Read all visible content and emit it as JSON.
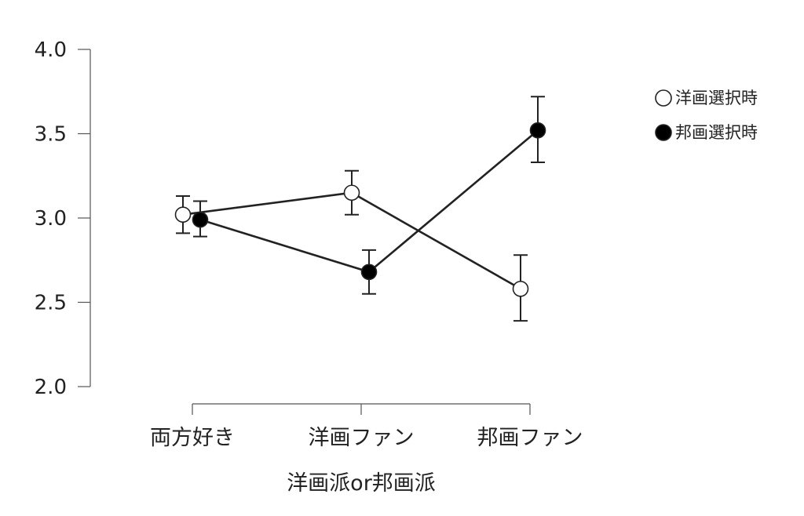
{
  "chart_data": {
    "type": "line",
    "title": "",
    "xlabel": "洋画派or邦画派",
    "ylabel": "",
    "categories": [
      "両方好き",
      "洋画ファン",
      "邦画ファン"
    ],
    "ylim": [
      2.0,
      4.0
    ],
    "yticks": [
      "2.0",
      "2.5",
      "3.0",
      "3.5",
      "4.0"
    ],
    "series": [
      {
        "name": "洋画選択時",
        "marker": "open-circle",
        "values": [
          3.02,
          3.15,
          2.58
        ],
        "error_low": [
          2.91,
          3.02,
          2.39
        ],
        "error_high": [
          3.13,
          3.28,
          2.78
        ]
      },
      {
        "name": "邦画選択時",
        "marker": "filled-circle",
        "values": [
          2.99,
          2.68,
          3.52
        ],
        "error_low": [
          2.89,
          2.55,
          3.33
        ],
        "error_high": [
          3.1,
          2.81,
          3.72
        ]
      }
    ],
    "legend": {
      "position": "top-right",
      "items": [
        {
          "symbol": "○",
          "label": "洋画選択時"
        },
        {
          "symbol": "●",
          "label": "邦画選択時"
        }
      ]
    },
    "grid": false,
    "colors": {
      "line": "#222222",
      "open_fill": "#ffffff",
      "filled_fill": "#000000"
    }
  }
}
